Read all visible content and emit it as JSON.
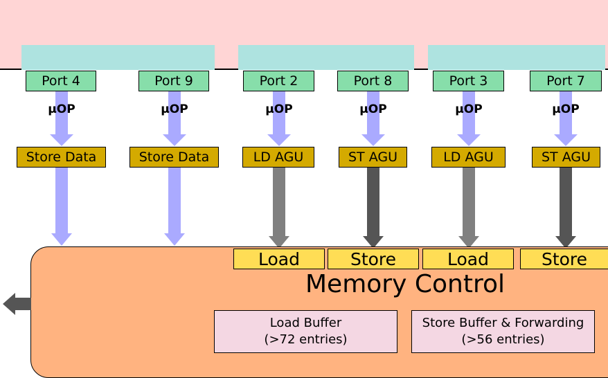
{
  "ports": [
    {
      "label": "Port 4",
      "uop": "µOP",
      "unit": "Store Data",
      "lane": "data"
    },
    {
      "label": "Port 9",
      "uop": "µOP",
      "unit": "Store Data",
      "lane": "data"
    },
    {
      "label": "Port 2",
      "uop": "µOP",
      "unit": "LD AGU",
      "lane": "load"
    },
    {
      "label": "Port 8",
      "uop": "µOP",
      "unit": "ST AGU",
      "lane": "store"
    },
    {
      "label": "Port 3",
      "uop": "µOP",
      "unit": "LD AGU",
      "lane": "load"
    },
    {
      "label": "Port 7",
      "uop": "µOP",
      "unit": "ST AGU",
      "lane": "store"
    }
  ],
  "memory_control": {
    "title": "Memory Control",
    "slots": [
      "Load",
      "Store",
      "Load",
      "Store"
    ],
    "load_buffer": {
      "line1": "Load Buffer",
      "line2": "(>72 entries)"
    },
    "store_buffer": {
      "line1": "Store Buffer & Forwarding",
      "line2": "(>56 entries)"
    }
  },
  "colors": {
    "scheduler": "#ffd5d5",
    "dispatch": "#aee3e0",
    "port": "#87deaa",
    "unit": "#d4aa00",
    "memory": "#ffb380",
    "slot": "#ffdd55",
    "buffer": "#f4d7e3",
    "uop_arrow": "#aaaaff",
    "load_arrow": "#808080",
    "store_arrow": "#555555"
  }
}
